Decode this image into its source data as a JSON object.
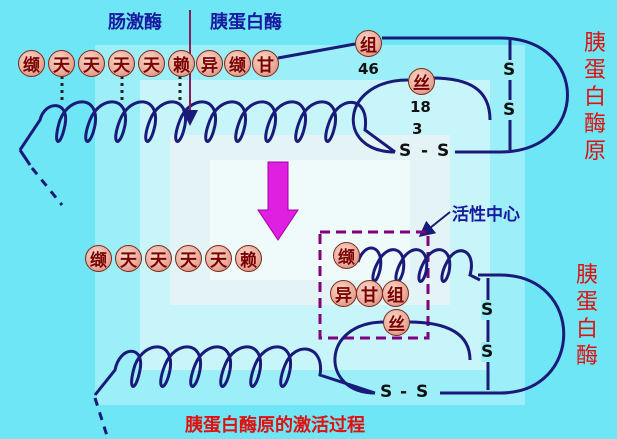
{
  "labels": {
    "enteropeptidase": "肠激酶",
    "trypsin_top": "胰蛋白酶",
    "active_center": "活性中心",
    "caption": "胰蛋白酶原的激活过程",
    "num_46": "46",
    "num_18": "18",
    "num_3": "3"
  },
  "vertical_titles": {
    "trypsinogen": [
      "胰",
      "蛋",
      "白",
      "酶",
      "原"
    ],
    "trypsin": [
      "胰",
      "蛋",
      "白",
      "酶"
    ]
  },
  "top_chain": [
    "缬",
    "天",
    "天",
    "天",
    "天",
    "赖",
    "异",
    "缬",
    "甘"
  ],
  "top_special": {
    "his": "组",
    "ser": "丝"
  },
  "bottom_peptide": [
    "缬",
    "天",
    "天",
    "天",
    "天",
    "赖"
  ],
  "bottom_active": {
    "val": "缬",
    "ile": "异",
    "gly": "甘",
    "his": "组",
    "ser": "丝"
  },
  "disulfide": {
    "s": "S",
    "dash": "-"
  },
  "colors": {
    "background": "#6FE6F5",
    "helix": "#1A1A7A",
    "arrow": "#E020E0",
    "box": "#800080",
    "title": "#E01010",
    "label": "#1A1AA0"
  }
}
